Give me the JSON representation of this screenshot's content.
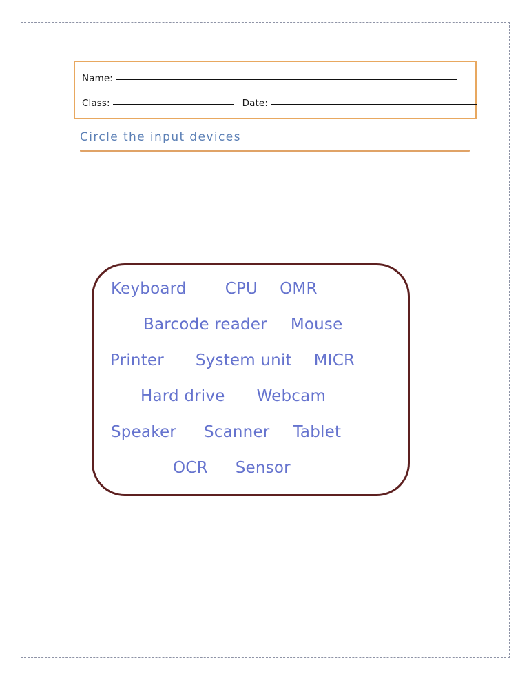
{
  "header_box": {
    "name_label": "Name:",
    "class_label": "Class:",
    "date_label": "Date:"
  },
  "instruction": {
    "text": "Circle the input devices",
    "accent_color": "#e0a367",
    "text_color": "#5b7fb5"
  },
  "word_bank": {
    "border_color": "#5d2020",
    "word_color": "#6573ce",
    "rows": [
      {
        "words": [
          "Keyboard",
          "CPU",
          "OMR"
        ]
      },
      {
        "words": [
          "Barcode reader",
          "Mouse"
        ]
      },
      {
        "words": [
          "Printer",
          "System unit",
          "MICR"
        ]
      },
      {
        "words": [
          "Hard drive",
          "Webcam"
        ]
      },
      {
        "words": [
          "Speaker",
          "Scanner",
          "Tablet"
        ]
      },
      {
        "words": [
          "OCR",
          "Sensor"
        ]
      }
    ]
  },
  "page": {
    "margin_guide_color": "#8e93a6",
    "background_color": "#ffffff"
  }
}
